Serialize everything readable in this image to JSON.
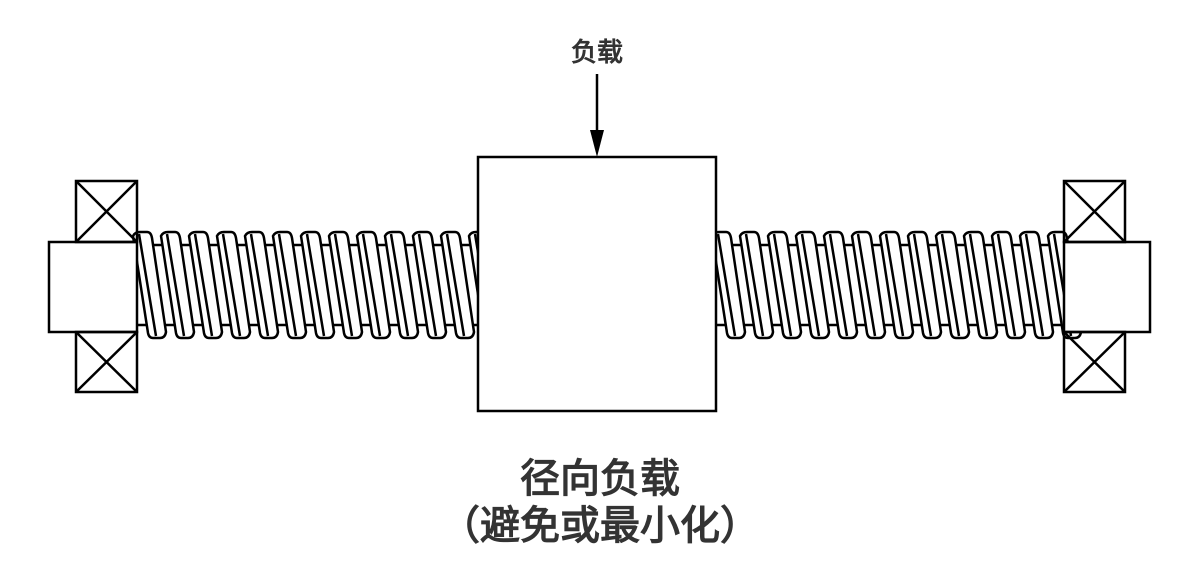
{
  "load_label": "负载",
  "caption": {
    "line1": "径向负载",
    "line2": "（避免或最小化）"
  },
  "colors": {
    "stroke": "#000000",
    "text": "#333333"
  }
}
